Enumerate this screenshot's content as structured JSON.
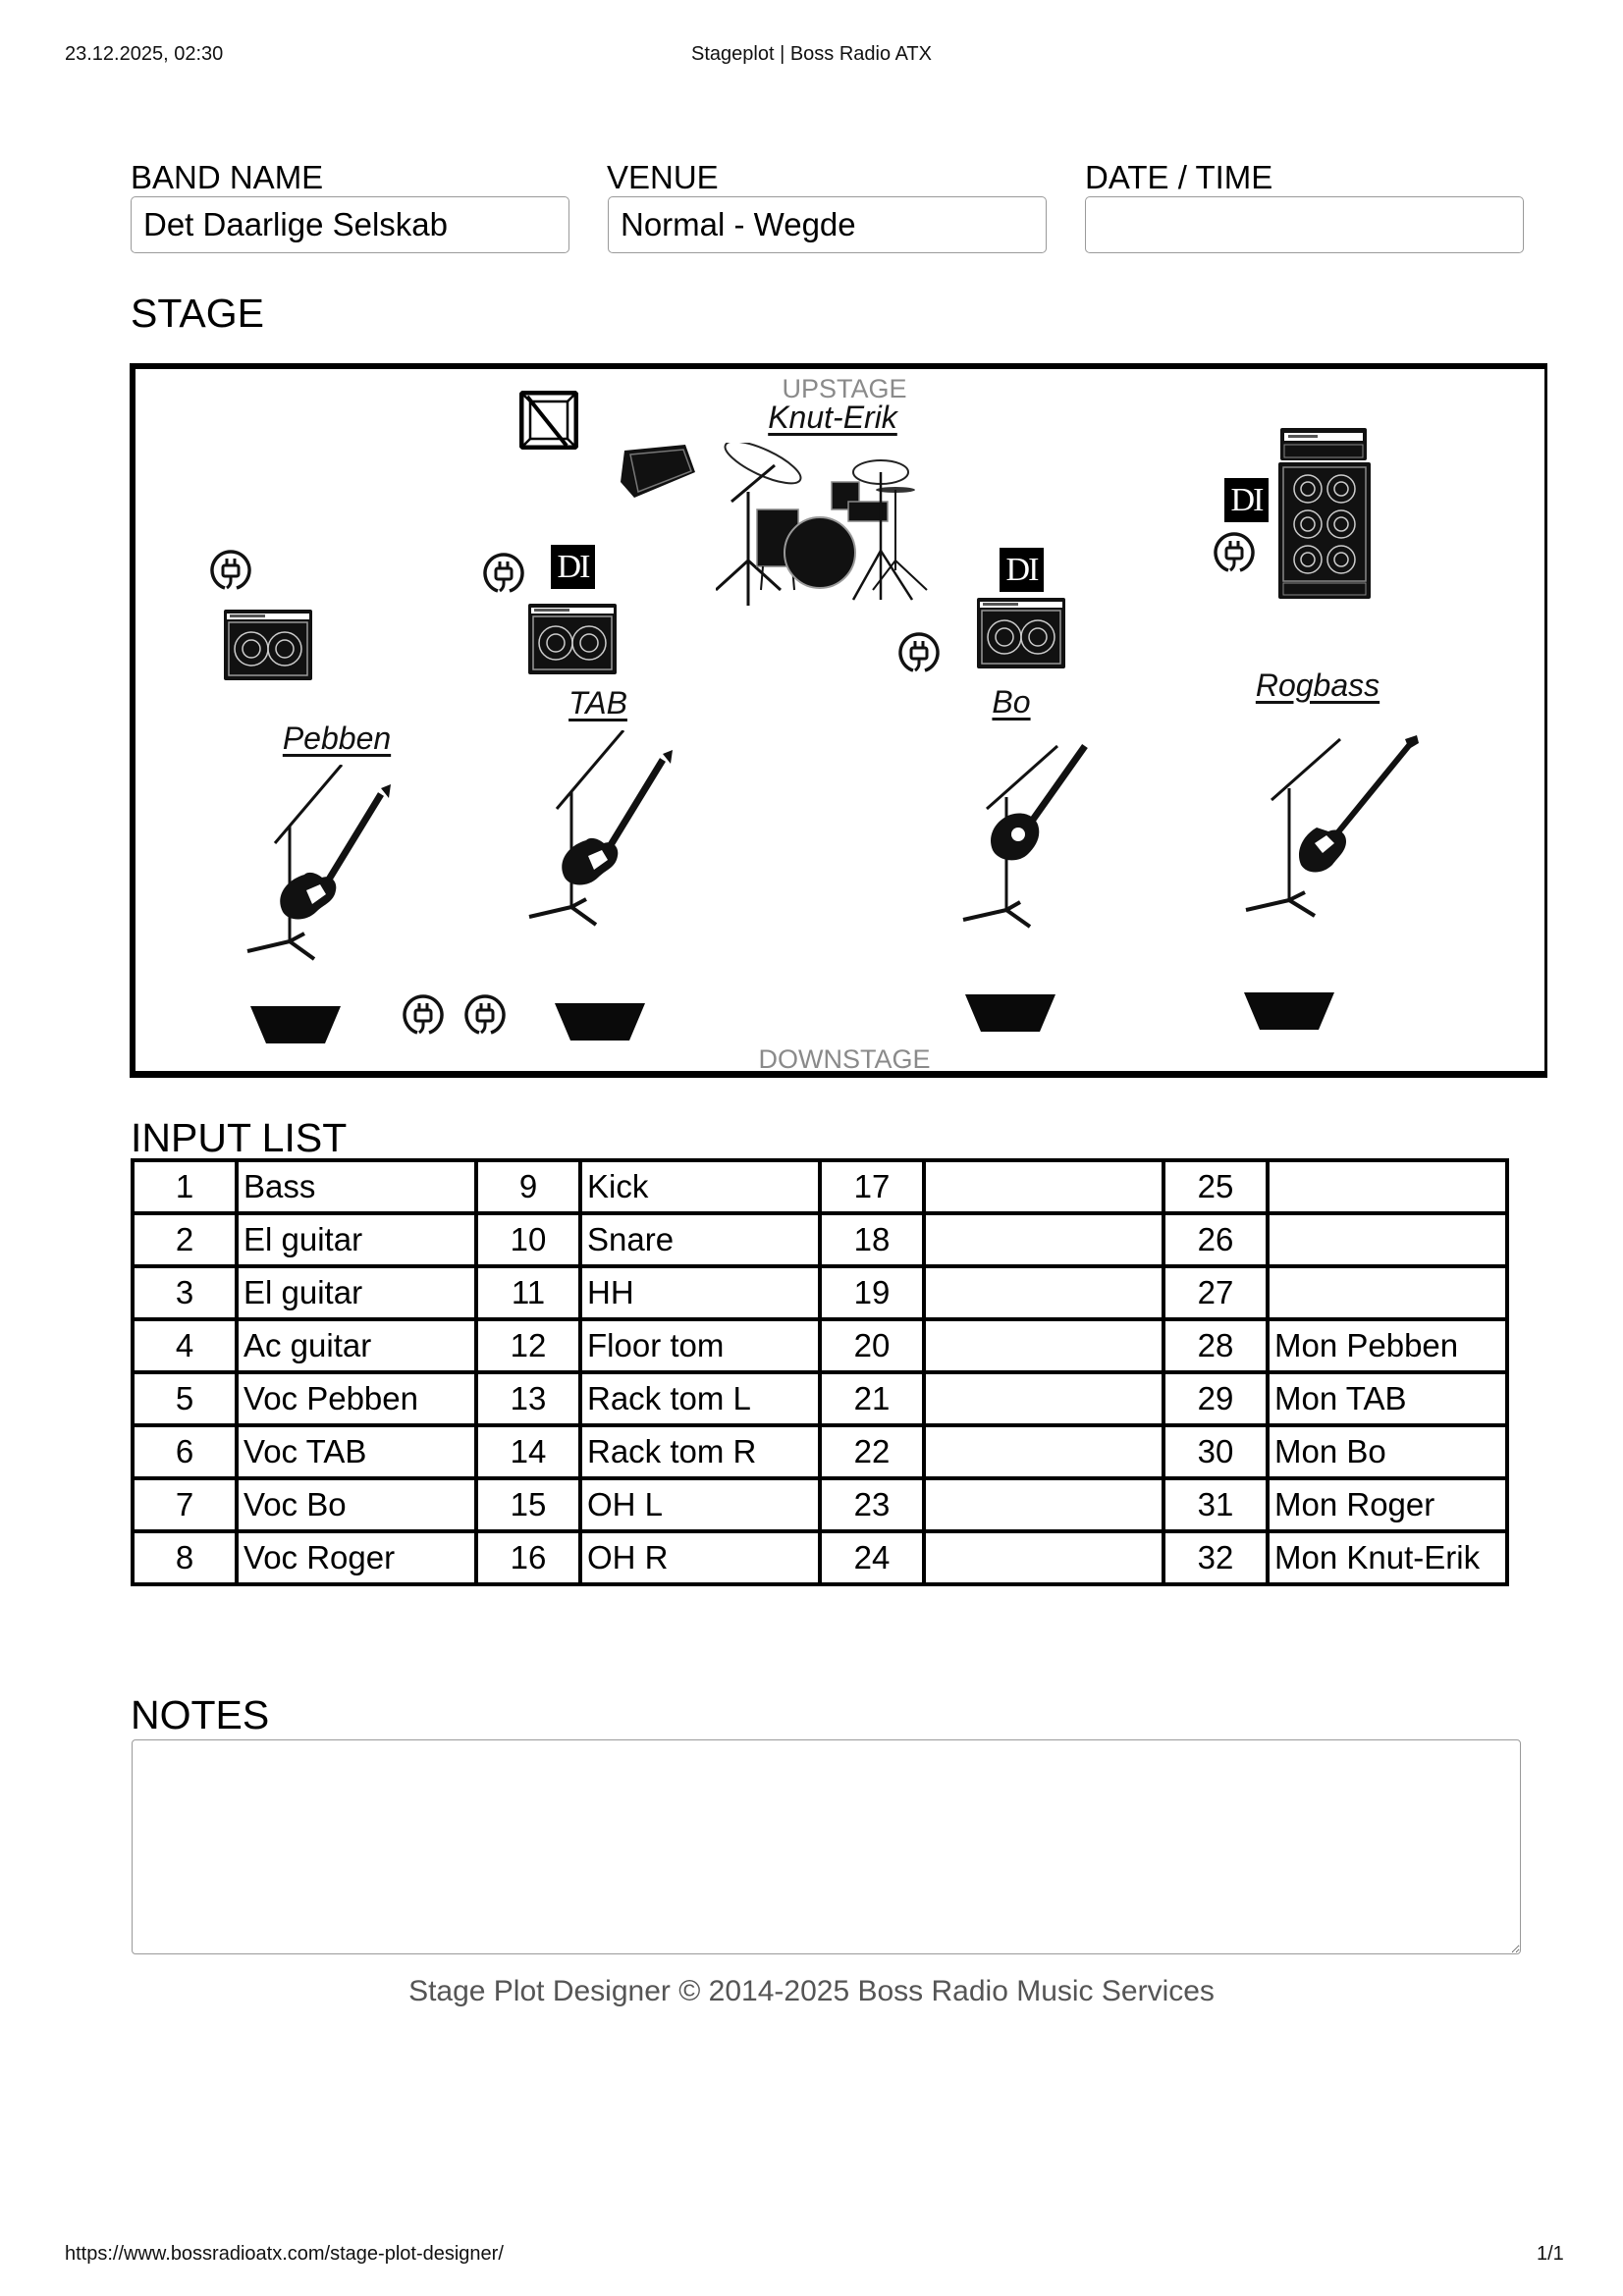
{
  "print_header": {
    "datetime": "23.12.2025, 02:30",
    "title": "Stageplot | Boss Radio ATX"
  },
  "fields": {
    "band_name": {
      "label": "BAND NAME",
      "value": "Det Daarlige Selskab"
    },
    "venue": {
      "label": "VENUE",
      "value": "Normal - Wegde"
    },
    "date_time": {
      "label": "DATE / TIME",
      "value": ""
    }
  },
  "stage": {
    "heading": "STAGE",
    "upstage_label": "UPSTAGE",
    "downstage_label": "DOWNSTAGE",
    "performers": [
      "Knut-Erik",
      "Pebben",
      "TAB",
      "Bo",
      "Rogbass"
    ],
    "items": [
      {
        "type": "riser-box-icon"
      },
      {
        "type": "wedge-monitor-icon"
      },
      {
        "type": "drum-kit-icon"
      },
      {
        "type": "power-outlet-icon"
      },
      {
        "type": "guitar-amp-icon"
      },
      {
        "type": "di-box-icon",
        "text": "DI"
      },
      {
        "type": "bass-rig-icon"
      },
      {
        "type": "guitar-on-mic-stand-icon"
      },
      {
        "type": "floor-monitor-icon"
      }
    ],
    "di_text": "DI"
  },
  "input_list": {
    "heading": "INPUT LIST",
    "channels": [
      {
        "n": "1",
        "name": "Bass"
      },
      {
        "n": "2",
        "name": "El guitar"
      },
      {
        "n": "3",
        "name": "El guitar"
      },
      {
        "n": "4",
        "name": "Ac guitar"
      },
      {
        "n": "5",
        "name": "Voc Pebben"
      },
      {
        "n": "6",
        "name": "Voc TAB"
      },
      {
        "n": "7",
        "name": "Voc Bo"
      },
      {
        "n": "8",
        "name": "Voc Roger"
      },
      {
        "n": "9",
        "name": "Kick"
      },
      {
        "n": "10",
        "name": "Snare"
      },
      {
        "n": "11",
        "name": "HH"
      },
      {
        "n": "12",
        "name": "Floor tom"
      },
      {
        "n": "13",
        "name": "Rack tom L"
      },
      {
        "n": "14",
        "name": "Rack tom R"
      },
      {
        "n": "15",
        "name": "OH L"
      },
      {
        "n": "16",
        "name": "OH R"
      },
      {
        "n": "17",
        "name": ""
      },
      {
        "n": "18",
        "name": ""
      },
      {
        "n": "19",
        "name": ""
      },
      {
        "n": "20",
        "name": ""
      },
      {
        "n": "21",
        "name": ""
      },
      {
        "n": "22",
        "name": ""
      },
      {
        "n": "23",
        "name": ""
      },
      {
        "n": "24",
        "name": ""
      },
      {
        "n": "25",
        "name": ""
      },
      {
        "n": "26",
        "name": ""
      },
      {
        "n": "27",
        "name": ""
      },
      {
        "n": "28",
        "name": "Mon Pebben"
      },
      {
        "n": "29",
        "name": "Mon TAB"
      },
      {
        "n": "30",
        "name": "Mon Bo"
      },
      {
        "n": "31",
        "name": "Mon Roger"
      },
      {
        "n": "32",
        "name": "Mon Knut-Erik"
      }
    ]
  },
  "notes": {
    "heading": "NOTES",
    "value": ""
  },
  "footer": {
    "copyright": "Stage Plot Designer © 2014-2025 Boss Radio Music Services"
  },
  "print_footer": {
    "url": "https://www.bossradioatx.com/stage-plot-designer/",
    "page": "1/1"
  }
}
